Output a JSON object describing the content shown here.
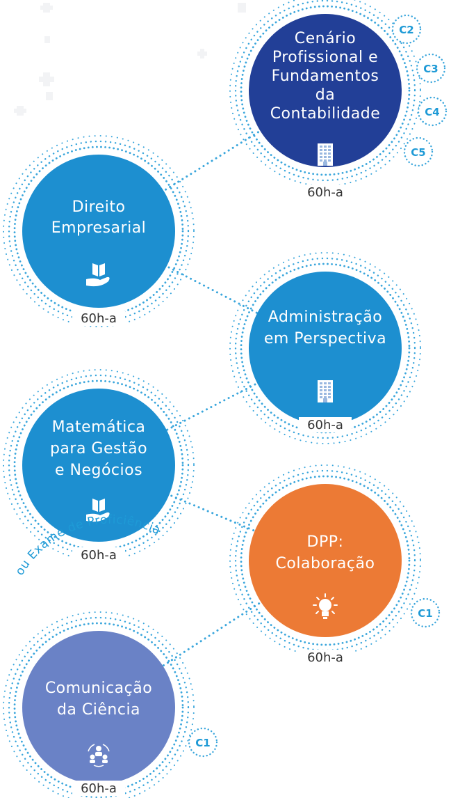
{
  "colors": {
    "navy": "#223f97",
    "blue": "#1d8fd0",
    "orange": "#ec7a35",
    "periwinkle": "#6a82c6",
    "dots": "#3aa6dc",
    "badge": "#1e9ad6"
  },
  "nodes": [
    {
      "id": "cenario",
      "lines": [
        "Cenário",
        "Profissional e",
        "Fundamentos",
        "da",
        "Contabilidade"
      ],
      "hours": "60h-a",
      "icon": "building-icon",
      "color": "#223f97",
      "badges": [
        "C2",
        "C3",
        "C4",
        "C5"
      ]
    },
    {
      "id": "direito",
      "lines": [
        "Direito",
        "Empresarial"
      ],
      "hours": "60h-a",
      "icon": "book-hand-icon",
      "color": "#1d8fd0",
      "badges": []
    },
    {
      "id": "administracao",
      "lines": [
        "Administração",
        "em Perspectiva"
      ],
      "hours": "60h-a",
      "icon": "building-icon",
      "color": "#1d8fd0",
      "badges": []
    },
    {
      "id": "matematica",
      "lines": [
        "Matemática",
        "para Gestão",
        "e Negócios"
      ],
      "hours": "60h-a",
      "icon": "book-hand-icon",
      "color": "#1d8fd0",
      "badges": []
    },
    {
      "id": "dpp",
      "lines": [
        "DPP:",
        "Colaboração"
      ],
      "hours": "60h-a",
      "icon": "lightbulb-icon",
      "color": "#ec7a35",
      "badges": [
        "C1"
      ]
    },
    {
      "id": "comunicacao",
      "lines": [
        "Comunicação",
        "da Ciência"
      ],
      "hours": "60h-a",
      "icon": "people-network-icon",
      "color": "#6a82c6",
      "badges": [
        "C1"
      ]
    }
  ],
  "arc_label": "ou Exame de Proficiência"
}
